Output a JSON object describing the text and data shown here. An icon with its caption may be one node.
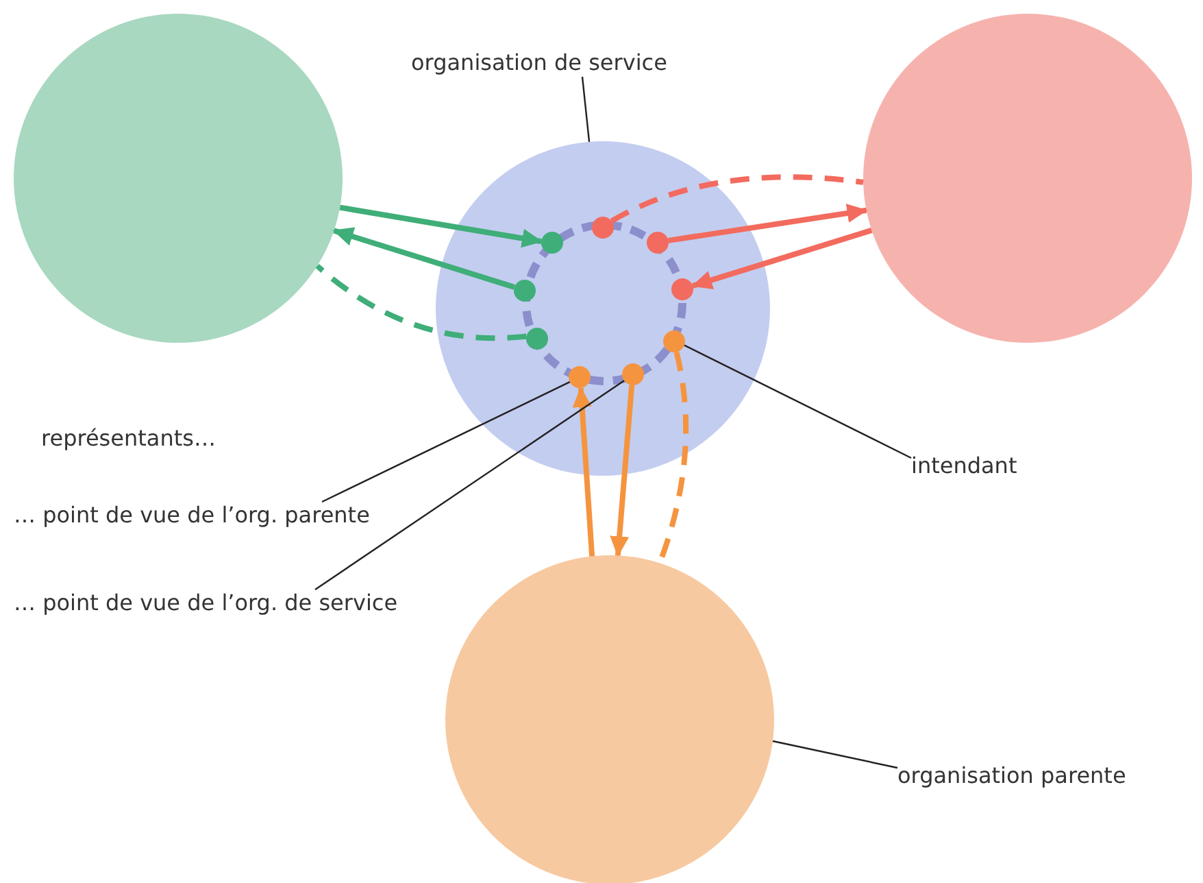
{
  "diagram": {
    "nodes": [
      {
        "text": [],
        "shape": "circle"
      },
      {
        "text": [],
        "shape": "circle"
      },
      {
        "text": [],
        "shape": "circle"
      },
      {
        "text": [],
        "shape": "circle"
      },
      {
        "text": [],
        "shape": "circle",
        "in": 2
      },
      {
        "text": [],
        "shape": "circle",
        "in": 2
      },
      {
        "text": [],
        "shape": "circle",
        "in": 2
      },
      {
        "text": [],
        "shape": "circle",
        "in": 2
      },
      {
        "text": [],
        "shape": "circle",
        "in": 2
      },
      {
        "text": [],
        "shape": "circle",
        "in": 2
      },
      {
        "text": [],
        "shape": "circle",
        "in": 2
      },
      {
        "text": [],
        "shape": "circle",
        "in": 2
      },
      {
        "text": [],
        "shape": "circle",
        "in": 2
      },
      {
        "text": [
          "organisation de service"
        ]
      },
      {
        "text": [
          "… point de vue de l’org. parente"
        ]
      },
      {
        "text": [
          "… point de vue de l’org. de service"
        ]
      },
      {
        "text": [
          "intendant"
        ]
      },
      {
        "text": [
          "organisation parente"
        ]
      }
    ],
    "edges": [
      {
        "from": 0,
        "to": 4,
        "arrow": "to",
        "color": "#3fae78"
      },
      {
        "from": 5,
        "to": 0,
        "arrow": "to",
        "color": "#3fae78"
      },
      {
        "from": 6,
        "to": 0,
        "arrow": "none",
        "style": "dashed",
        "color": "#3fae78"
      },
      {
        "from": 7,
        "to": 1,
        "arrow": "none",
        "style": "dashed",
        "color": "#f26b5e"
      },
      {
        "from": 8,
        "to": 1,
        "arrow": "to",
        "color": "#f26b5e"
      },
      {
        "from": 1,
        "to": 9,
        "arrow": "to",
        "color": "#f26b5e"
      },
      {
        "from": 3,
        "to": 10,
        "arrow": "to",
        "color": "#f5943f"
      },
      {
        "from": 11,
        "to": 3,
        "arrow": "to",
        "color": "#f5943f"
      },
      {
        "from": 12,
        "to": 3,
        "arrow": "none",
        "style": "dashed",
        "color": "#f5943f"
      },
      {
        "from": 13,
        "to": 2,
        "arrow": "none"
      },
      {
        "from": 14,
        "to": 10,
        "arrow": "none"
      },
      {
        "from": 15,
        "to": 11,
        "arrow": "none"
      },
      {
        "from": 16,
        "to": 12,
        "arrow": "none"
      },
      {
        "from": 17,
        "to": 3,
        "arrow": "none"
      }
    ],
    "labels": [
      "représentants…"
    ]
  }
}
